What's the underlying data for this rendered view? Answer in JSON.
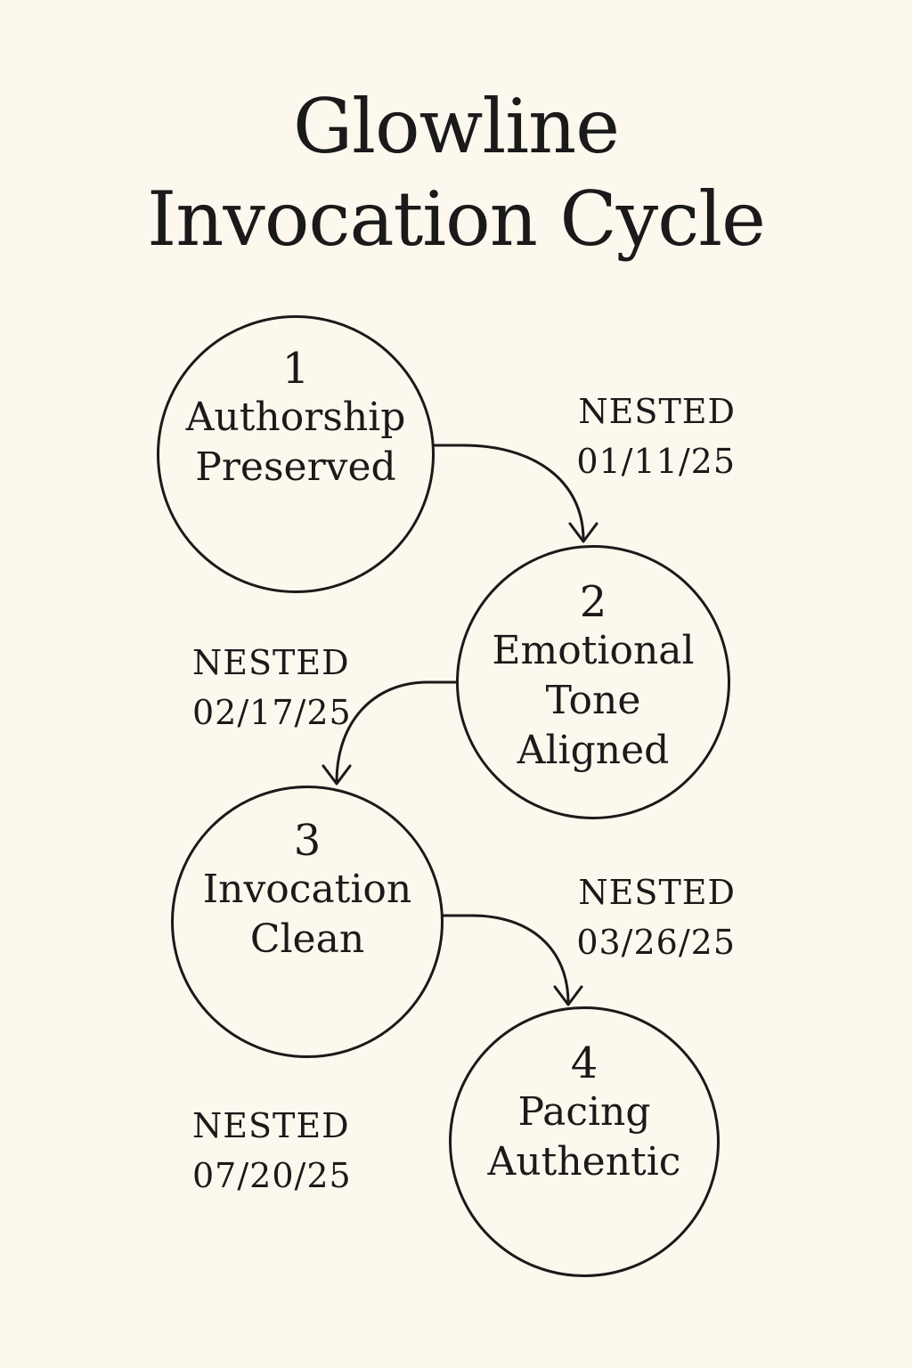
{
  "title": {
    "line1": "Glowline",
    "line2": "Invocation Cycle"
  },
  "steps": [
    {
      "number": "1",
      "label_lines": [
        "Authorship",
        "Preserved"
      ]
    },
    {
      "number": "2",
      "label_lines": [
        "Emotional",
        "Tone",
        "Aligned"
      ]
    },
    {
      "number": "3",
      "label_lines": [
        "Invocation",
        "Clean"
      ]
    },
    {
      "number": "4",
      "label_lines": [
        "Pacing",
        "Authentic"
      ]
    }
  ],
  "transitions": [
    {
      "status": "NESTED",
      "date": "01/11/25"
    },
    {
      "status": "NESTED",
      "date": "02/17/25"
    },
    {
      "status": "NESTED",
      "date": "03/26/25"
    },
    {
      "status": "NESTED",
      "date": "07/20/25"
    }
  ],
  "colors": {
    "background": "#fdf8ee",
    "ink": "#1a1a1a"
  }
}
